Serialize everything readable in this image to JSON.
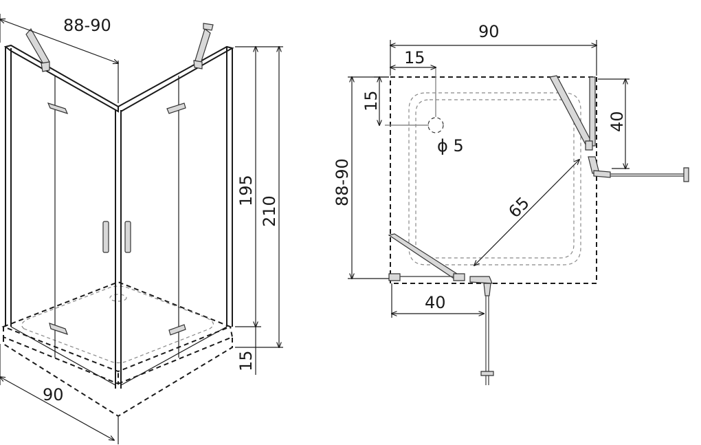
{
  "perspective_view": {
    "dim_width_top": "88-90",
    "dim_width_bottom": "90",
    "dim_glass_height": "195",
    "dim_total_height": "210",
    "dim_tray_height": "15"
  },
  "plan_view": {
    "dim_width": "90",
    "dim_depth": "88-90",
    "dim_drain_x": "15",
    "dim_drain_y": "15",
    "drain_label": "ϕ 5",
    "dim_door_right": "40",
    "dim_door_bottom": "40",
    "dim_diagonal": "65"
  },
  "colors": {
    "line": "#1a1a1a",
    "dash_light": "#888888"
  }
}
